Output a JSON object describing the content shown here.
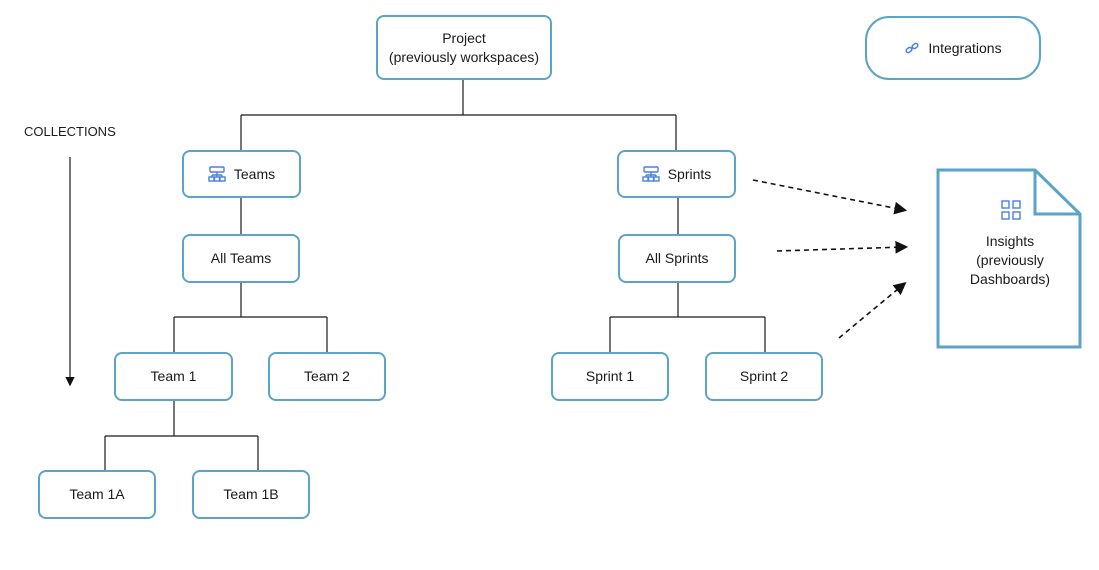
{
  "project": {
    "line1": "Project",
    "line2": "(previously workspaces)"
  },
  "integrations": {
    "label": "Integrations",
    "icon": "link-icon"
  },
  "collections_label": "COLLECTIONS",
  "teams": {
    "label": "Teams",
    "icon": "hierarchy-icon",
    "all": "All Teams",
    "items": [
      "Team 1",
      "Team 2"
    ],
    "sub_items": [
      "Team 1A",
      "Team 1B"
    ]
  },
  "sprints": {
    "label": "Sprints",
    "icon": "hierarchy-icon",
    "all": "All Sprints",
    "items": [
      "Sprint 1",
      "Sprint 2"
    ]
  },
  "insights": {
    "line1": "Insights",
    "line2": "(previously",
    "line3": "Dashboards)",
    "icon": "grid-icon"
  },
  "colors": {
    "border": "#5ba3c7",
    "icon": "#4a7fe0",
    "line": "#1a1a1a"
  }
}
